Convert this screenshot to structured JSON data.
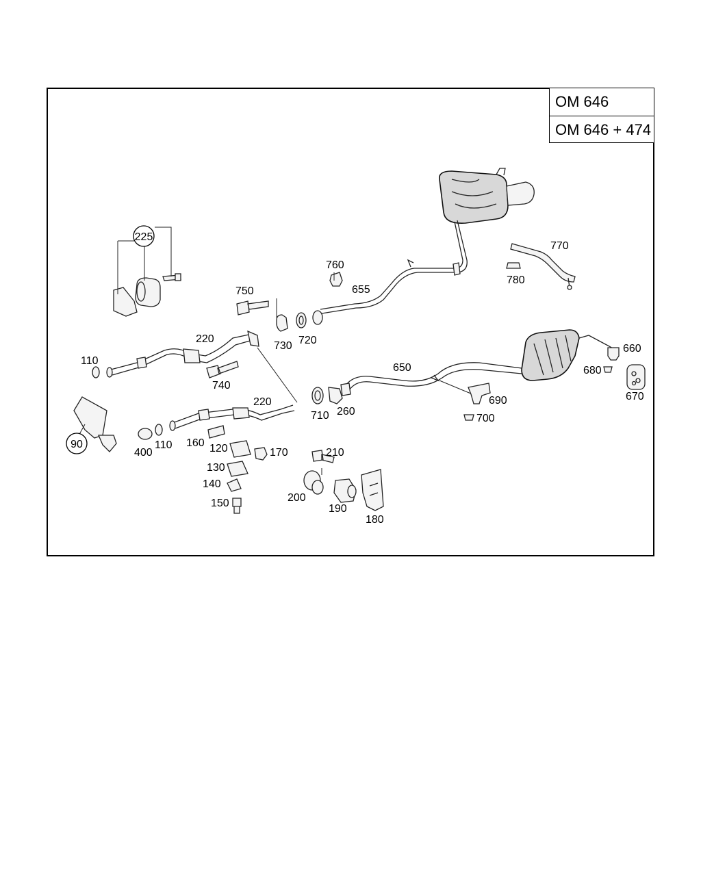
{
  "engine_variants": [
    "OM 646",
    "OM 646 + 474"
  ],
  "parts": [
    {
      "id": "p90",
      "label": "90",
      "circled": true
    },
    {
      "id": "p110a",
      "label": "110"
    },
    {
      "id": "p110b",
      "label": "110"
    },
    {
      "id": "p120",
      "label": "120"
    },
    {
      "id": "p130",
      "label": "130"
    },
    {
      "id": "p140",
      "label": "140"
    },
    {
      "id": "p150",
      "label": "150"
    },
    {
      "id": "p160",
      "label": "160"
    },
    {
      "id": "p170",
      "label": "170"
    },
    {
      "id": "p180",
      "label": "180"
    },
    {
      "id": "p190",
      "label": "190"
    },
    {
      "id": "p200",
      "label": "200"
    },
    {
      "id": "p210",
      "label": "210"
    },
    {
      "id": "p220a",
      "label": "220"
    },
    {
      "id": "p220b",
      "label": "220"
    },
    {
      "id": "p225",
      "label": "225",
      "circled": true
    },
    {
      "id": "p260",
      "label": "260"
    },
    {
      "id": "p400",
      "label": "400"
    },
    {
      "id": "p650",
      "label": "650"
    },
    {
      "id": "p655",
      "label": "655"
    },
    {
      "id": "p660",
      "label": "660"
    },
    {
      "id": "p670",
      "label": "670"
    },
    {
      "id": "p680",
      "label": "680"
    },
    {
      "id": "p690",
      "label": "690"
    },
    {
      "id": "p700",
      "label": "700"
    },
    {
      "id": "p710",
      "label": "710"
    },
    {
      "id": "p720",
      "label": "720"
    },
    {
      "id": "p730",
      "label": "730"
    },
    {
      "id": "p740",
      "label": "740"
    },
    {
      "id": "p750",
      "label": "750"
    },
    {
      "id": "p760",
      "label": "760"
    },
    {
      "id": "p770",
      "label": "770"
    },
    {
      "id": "p780",
      "label": "780"
    }
  ]
}
